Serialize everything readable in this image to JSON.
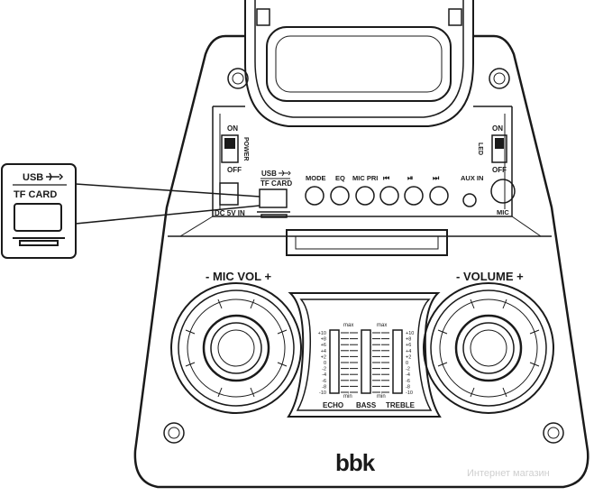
{
  "panel": {
    "power": {
      "on": "ON",
      "off": "OFF",
      "title": "POWER"
    },
    "led": {
      "on": "ON",
      "off": "OFF",
      "title": "LED"
    },
    "usb_label": "USB",
    "tf_label": "TF CARD",
    "dc_label": "DC 5V IN",
    "buttons": {
      "mode": "MODE",
      "eq": "EQ",
      "mic_pri": "MIC PRI",
      "prev": "⏮",
      "play": "⏯",
      "next": "⏭"
    },
    "aux_label": "AUX IN",
    "mic_label": "MIC"
  },
  "callout": {
    "usb_label": "USB",
    "tf_label": "TF CARD"
  },
  "knobs": {
    "mic_vol": "- MIC VOL +",
    "volume": "- VOLUME +"
  },
  "eq": {
    "scale_left": [
      "+10",
      "+8",
      "+6",
      "+4",
      "+2",
      "0",
      "-2",
      "-4",
      "-6",
      "-8",
      "-10"
    ],
    "scale_right": [
      "+10",
      "+8",
      "+6",
      "+4",
      "+2",
      "0",
      "-2",
      "-4",
      "-6",
      "-8",
      "-10"
    ],
    "max_label": "max",
    "min_label": "min",
    "sliders": [
      "ECHO",
      "BASS",
      "TREBLE"
    ]
  },
  "brand": "bbk",
  "watermark": "Интернет магазин"
}
